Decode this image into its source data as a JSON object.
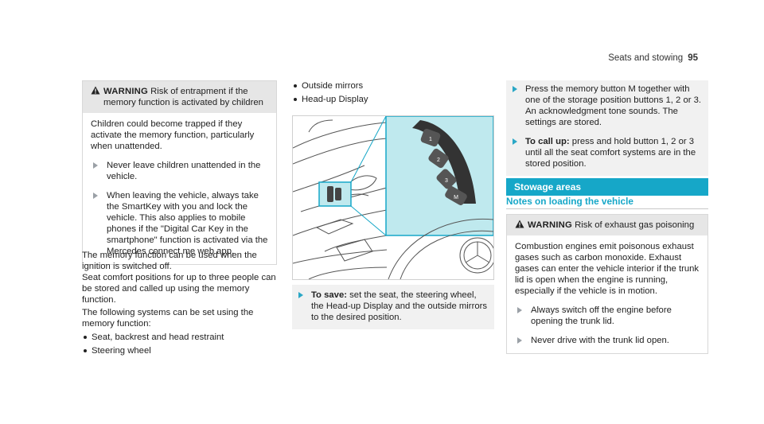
{
  "header": {
    "title": "Seats and stowing",
    "page": "95"
  },
  "col1": {
    "warning": {
      "label": "WARNING",
      "title_line1": "Risk of entrapment if the",
      "title_line2": "memory function is activated by children",
      "body": "Children could become trapped if they activate the memory function, particularly when unattended.",
      "bullets": [
        "Never leave children unattended in the vehicle.",
        "When leaving the vehicle, always take the SmartKey with you and lock the vehicle. This also applies to mobile phones if the \"Digital Car Key in the smartphone\" function is activated via the Mercedes connect me web app."
      ]
    },
    "para1": "The memory function can be used when the ignition is switched off.",
    "para2": "Seat comfort positions for up to three people can be stored and called up using the memory function.",
    "para3": "The following systems can be set using the memory function:",
    "list": [
      "Seat, backrest and head restraint",
      "Steering wheel"
    ]
  },
  "col2": {
    "list": [
      "Outside mirrors",
      "Head-up Display"
    ],
    "figure": {
      "buttons": [
        "1",
        "2",
        "3",
        "M"
      ]
    },
    "step": {
      "bold": "To save:",
      "text": "set the seat, the steering wheel, the Head-up Display and the outside mirrors to the desired position."
    }
  },
  "col3": {
    "step1": "Press the memory button M together with one of the storage position buttons 1, 2 or 3. An acknowledgment tone sounds. The settings are stored.",
    "step2": {
      "bold": "To call up:",
      "text": "press and hold button 1, 2 or 3 until all the seat comfort systems are in the stored position."
    },
    "section": "Stowage areas",
    "subheading": "Notes on loading the vehicle",
    "warning": {
      "label": "WARNING",
      "title": "Risk of exhaust gas poisoning",
      "body": "Combustion engines emit poisonous exhaust gases such as carbon monoxide. Exhaust gases can enter the vehicle interior if the trunk lid is open when the engine is running, especially if the vehicle is in motion.",
      "bullets": [
        "Always switch off the engine before opening the trunk lid.",
        "Never drive with the trunk lid open."
      ]
    }
  },
  "colors": {
    "accent": "#16a7c8",
    "warn_bg": "#e6e6e6",
    "figure_highlight": "#bfe9ee"
  }
}
